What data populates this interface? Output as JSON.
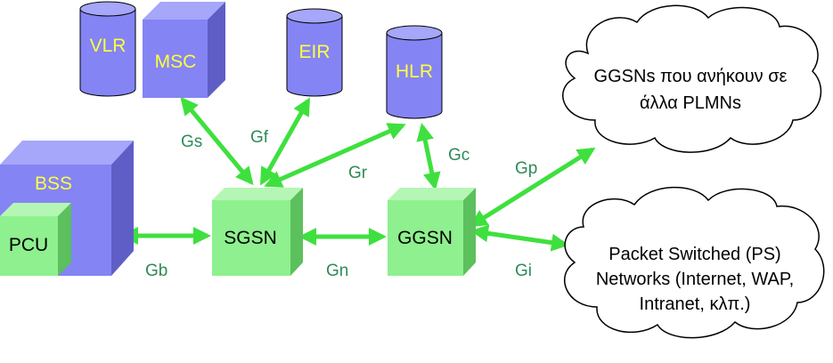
{
  "colors": {
    "purple_front": "#8484F4",
    "purple_side": "#5E5EC6",
    "purple_top": "#A6A6FA",
    "green_front": "#8EF08E",
    "green_side": "#5CC05C",
    "green_top": "#B4F7B4",
    "arrow": "#3EE03E",
    "node_text_yellow": "#FFFF40",
    "node_text_dark": "#000000",
    "edge_text": "#2E8B57",
    "cloud_fill": "#FFFFFF",
    "cloud_stroke": "#000000"
  },
  "nodes": {
    "vlr": "VLR",
    "msc": "MSC",
    "eir": "EIR",
    "hlr": "HLR",
    "bss": "BSS",
    "pcu": "PCU",
    "sgsn": "SGSN",
    "ggsn": "GGSN"
  },
  "interfaces": {
    "gs": "Gs",
    "gf": "Gf",
    "gr": "Gr",
    "gc": "Gc",
    "gb": "Gb",
    "gn": "Gn",
    "gp": "Gp",
    "gi": "Gi"
  },
  "clouds": {
    "other_plmns": {
      "line1": "GGSNs που ανήκουν σε",
      "line2": "άλλα PLMNs"
    },
    "ps_networks": {
      "line1": "Packet Switched (PS)",
      "line2": "Networks (Internet, WAP,",
      "line3": "Intranet, κλπ.)"
    }
  }
}
